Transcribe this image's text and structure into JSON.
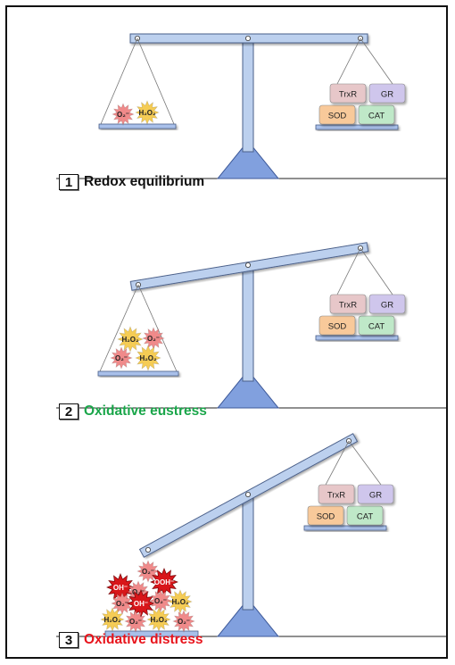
{
  "panels": [
    {
      "number": "1",
      "title": "Redox equilibrium",
      "title_color": "#111111",
      "enzymes": {
        "top": [
          "TrxR",
          "GR"
        ],
        "bottom": [
          "SOD",
          "CAT"
        ]
      },
      "ros": [
        {
          "label": "O₂⁻",
          "kind": "superoxide"
        },
        {
          "label": "H₂O₂",
          "kind": "peroxide"
        }
      ]
    },
    {
      "number": "2",
      "title": "Oxidative eustress",
      "title_color": "#1aa64a",
      "enzymes": {
        "top": [
          "TrxR",
          "GR"
        ],
        "bottom": [
          "SOD",
          "CAT"
        ]
      },
      "ros": [
        {
          "label": "H₂O₂",
          "kind": "peroxide"
        },
        {
          "label": "O₂⁻",
          "kind": "superoxide"
        },
        {
          "label": "O₂⁻",
          "kind": "superoxide"
        },
        {
          "label": "H₂O₂",
          "kind": "peroxide"
        }
      ]
    },
    {
      "number": "3",
      "title": "Oxidative distress",
      "title_color": "#e8131b",
      "enzymes": {
        "top": [
          "TrxR",
          "GR"
        ],
        "bottom": [
          "SOD",
          "CAT"
        ]
      },
      "ros": [
        {
          "label": "O₂⁻",
          "kind": "superoxide"
        },
        {
          "label": "OH⁻",
          "kind": "hydroxyl"
        },
        {
          "label": "OOH⁻",
          "kind": "hydroxyl"
        },
        {
          "label": "O₂⁻",
          "kind": "superoxide"
        },
        {
          "label": "O₂⁻",
          "kind": "superoxide"
        },
        {
          "label": "OH⁻",
          "kind": "hydroxyl"
        },
        {
          "label": "O₂⁻",
          "kind": "superoxide"
        },
        {
          "label": "H₂O₂",
          "kind": "peroxide"
        },
        {
          "label": "H₂O₂",
          "kind": "peroxide"
        },
        {
          "label": "O₂⁻",
          "kind": "superoxide"
        },
        {
          "label": "H₂O₂",
          "kind": "peroxide"
        },
        {
          "label": "O₂⁻",
          "kind": "superoxide"
        }
      ]
    }
  ],
  "colors": {
    "beam": "#bcd0ee",
    "beam_stroke": "#4a5f8a",
    "fulcrum": "#6b8fd8",
    "tray": "#a9c0ea",
    "superoxide": "#f08a8a",
    "peroxide": "#f5cc55",
    "hydroxyl": "#d8161a",
    "enzyme_TrxR": "#e7c7c9",
    "enzyme_GR": "#cfc6ec",
    "enzyme_SOD": "#f8c99a",
    "enzyme_CAT": "#bfe8c8"
  }
}
